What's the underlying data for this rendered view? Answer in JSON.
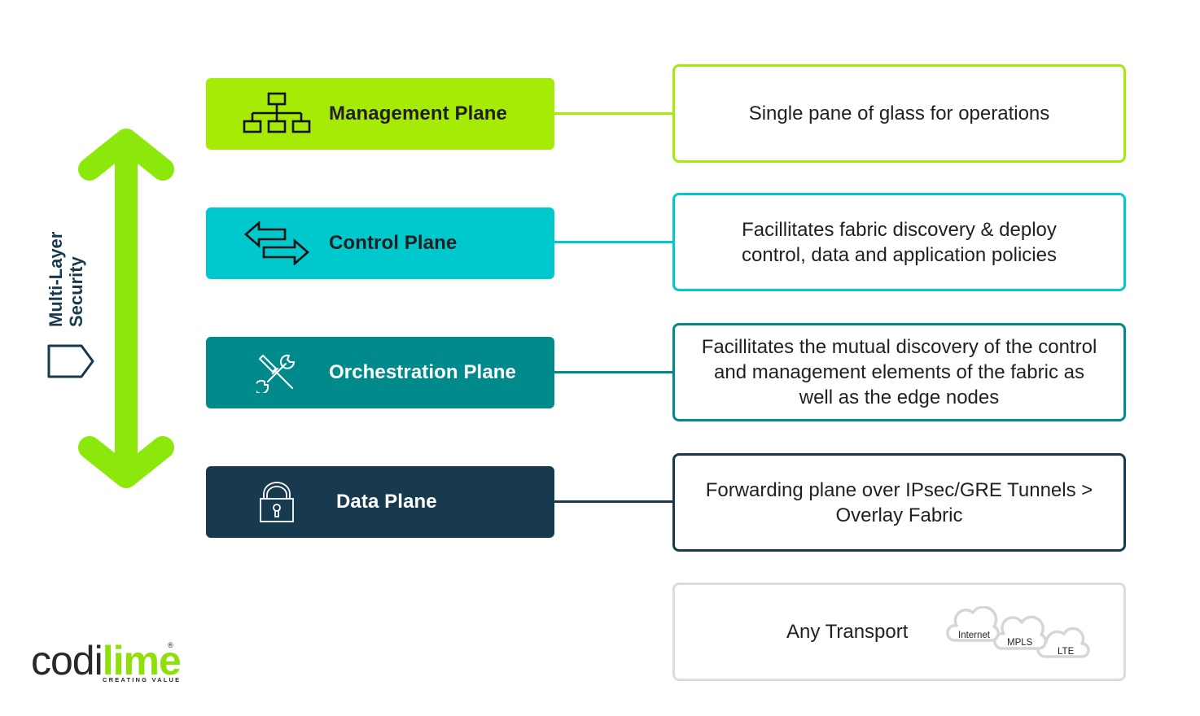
{
  "colors": {
    "management": "#a5eb05",
    "control": "#00c8cd",
    "orchestration": "#008a8c",
    "data": "#183a4f",
    "transport_border": "#dcdcdc",
    "security_arrow": "#8be80a",
    "text_dark": "#231f20"
  },
  "security": {
    "line1": "Multi-Layer",
    "line2": "Security",
    "icon": "shield-icon"
  },
  "planes": [
    {
      "label": "Management Plane",
      "icon": "hierarchy-icon",
      "description": "Single pane of glass for operations"
    },
    {
      "label": "Control Plane",
      "icon": "exchange-arrows-icon",
      "description": "Facillitates fabric discovery & deploy control, data and application policies"
    },
    {
      "label": "Orchestration Plane",
      "icon": "tools-icon",
      "description": "Facillitates the mutual discovery of the control and management elements of the fabric as well as the edge nodes"
    },
    {
      "label": "Data Plane",
      "icon": "padlock-icon",
      "description": "Forwarding plane over IPsec/GRE Tunnels > Overlay Fabric"
    }
  ],
  "transport": {
    "label": "Any Transport",
    "clouds": [
      "Internet",
      "MPLS",
      "LTE"
    ]
  },
  "logo": {
    "part1": "codi",
    "part2": "lime",
    "tagline": "CREATING VALUE",
    "registered": "®"
  }
}
